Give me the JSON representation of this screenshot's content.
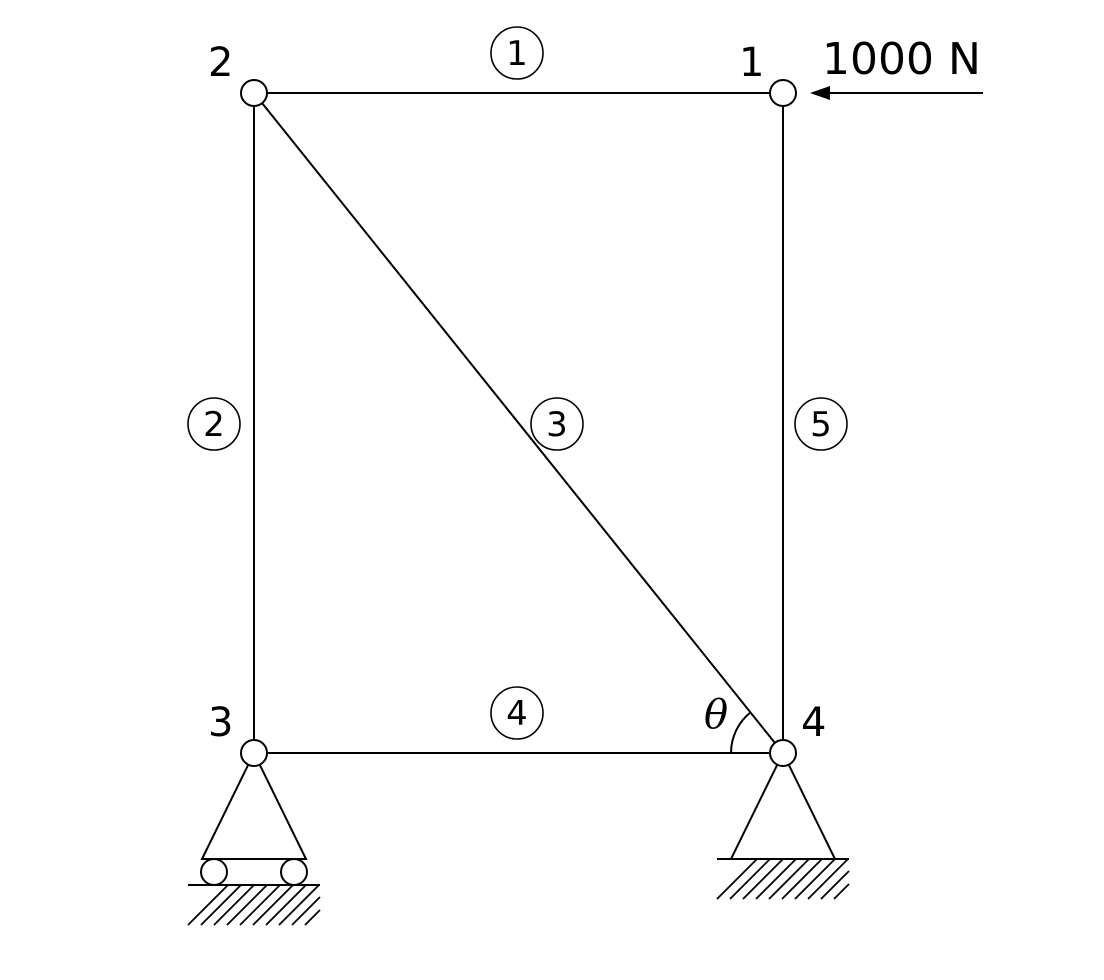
{
  "nodes": [
    {
      "id": "1",
      "label": "1"
    },
    {
      "id": "2",
      "label": "2"
    },
    {
      "id": "3",
      "label": "3"
    },
    {
      "id": "4",
      "label": "4"
    }
  ],
  "members": [
    {
      "label": "1",
      "from": "2",
      "to": "1"
    },
    {
      "label": "2",
      "from": "2",
      "to": "3"
    },
    {
      "label": "3",
      "from": "2",
      "to": "4"
    },
    {
      "label": "4",
      "from": "3",
      "to": "4"
    },
    {
      "label": "5",
      "from": "1",
      "to": "4"
    }
  ],
  "load": {
    "node": "1",
    "label": "1000 N",
    "direction": "left"
  },
  "supports": [
    {
      "node": "3",
      "type": "roller"
    },
    {
      "node": "4",
      "type": "pin"
    }
  ],
  "angle": {
    "symbol": "θ",
    "at_node": "4",
    "between_members": [
      "3",
      "4"
    ]
  }
}
